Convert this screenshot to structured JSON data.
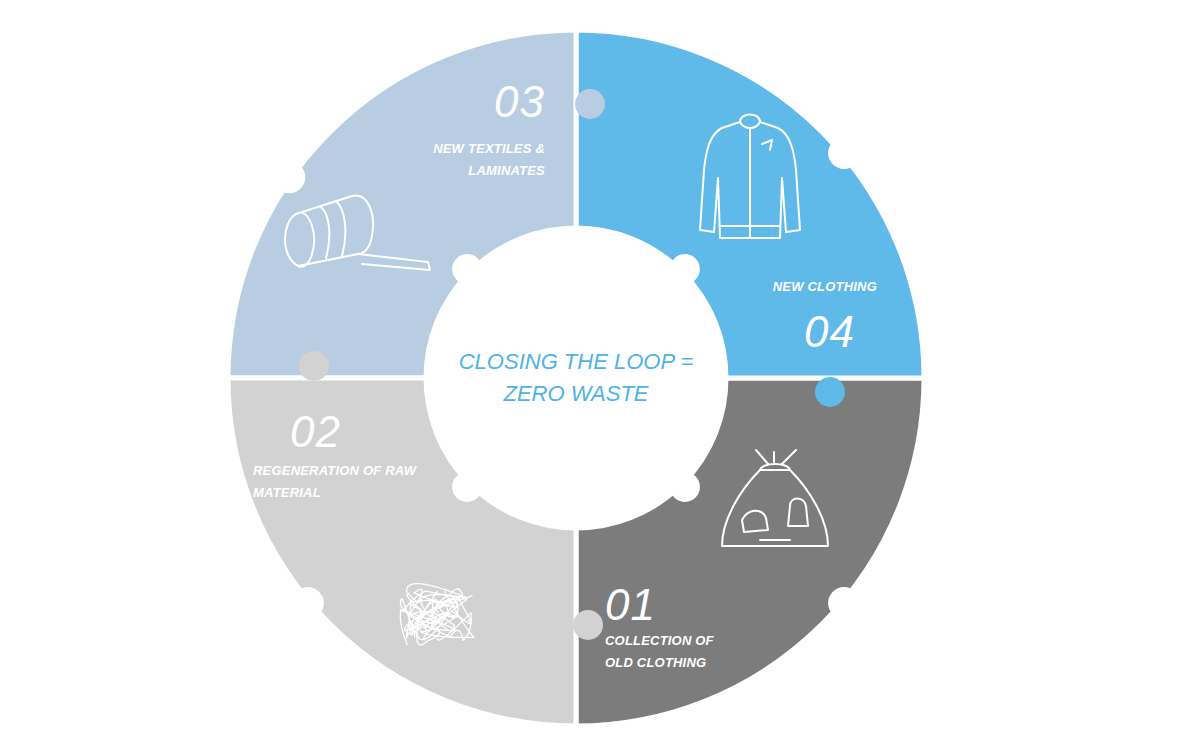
{
  "diagram": {
    "nodes": [
      {
        "text": [
          "03",
          "NEW TEXTILES & LAMINATES"
        ]
      },
      {
        "text": [
          "NEW CLOTHING",
          "04"
        ]
      },
      {
        "text": [
          "CLOSING THE LOOP = ZERO WASTE"
        ]
      },
      {
        "text": [
          "02",
          "REGENERATION OF RAW MATERIAL"
        ]
      },
      {
        "text": [
          "01",
          "COLLECTION OF OLD CLOTHING"
        ]
      }
    ]
  }
}
